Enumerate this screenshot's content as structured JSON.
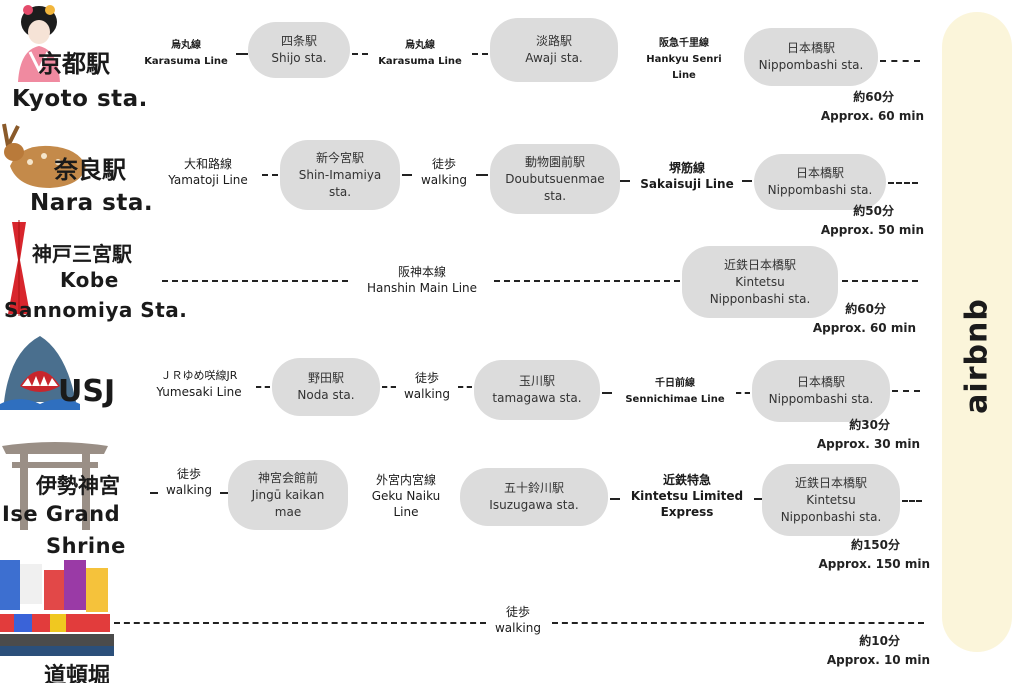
{
  "brand": "airbnb",
  "routes": [
    {
      "origin_jp": "京都駅",
      "origin_en": [
        "Kyoto sta."
      ],
      "icon": "maiko-icon",
      "lines": [
        {
          "jp": "烏丸線",
          "en": [
            "Karasuma Line"
          ]
        },
        {
          "jp": "烏丸線",
          "en": [
            "Karasuma Line"
          ]
        },
        {
          "jp": "阪急千里線",
          "en": [
            "Hankyu Senri",
            "Line"
          ]
        }
      ],
      "stations": [
        {
          "jp": "四条駅",
          "en": [
            "Shijo sta."
          ]
        },
        {
          "jp": "淡路駅",
          "en": [
            "Awaji sta."
          ]
        },
        {
          "jp": "日本橋駅",
          "en": [
            "Nippombashi sta."
          ]
        }
      ],
      "time_jp": "約60分",
      "time_en": "Approx. 60 min"
    },
    {
      "origin_jp": "奈良駅",
      "origin_en": [
        "Nara sta."
      ],
      "icon": "deer-icon",
      "lines": [
        {
          "jp": "大和路線",
          "en": [
            "Yamatoji Line"
          ]
        },
        {
          "jp": "徒歩",
          "en": [
            "walking"
          ]
        },
        {
          "jp": "堺筋線",
          "en": [
            "Sakaisuji Line"
          ]
        }
      ],
      "stations": [
        {
          "jp": "新今宮駅",
          "en": [
            "Shin-Imamiya",
            "sta."
          ]
        },
        {
          "jp": "動物園前駅",
          "en": [
            "Doubutsuenmae",
            "sta."
          ]
        },
        {
          "jp": "日本橋駅",
          "en": [
            "Nippombashi sta."
          ]
        }
      ],
      "time_jp": "約50分",
      "time_en": "Approx. 50 min"
    },
    {
      "origin_jp": "神戸三宮駅",
      "origin_en": [
        "Kobe",
        "Sannomiya Sta."
      ],
      "icon": "port-tower-icon",
      "lines": [
        {
          "jp": "阪神本線",
          "en": [
            "Hanshin Main Line"
          ]
        }
      ],
      "stations": [
        {
          "jp": "近鉄日本橋駅",
          "en": [
            "Kintetsu",
            "Nipponbashi sta."
          ]
        }
      ],
      "time_jp": "約60分",
      "time_en": "Approx. 60 min"
    },
    {
      "origin_jp": "USJ",
      "origin_en": [],
      "icon": "shark-icon",
      "lines": [
        {
          "jp": "ＪＲゆめ咲線JR",
          "en": [
            "Yumesaki Line"
          ]
        },
        {
          "jp": "徒歩",
          "en": [
            "walking"
          ]
        },
        {
          "jp": "千日前線",
          "en": [
            "Sennichimae Line"
          ]
        }
      ],
      "stations": [
        {
          "jp": "野田駅",
          "en": [
            "Noda sta."
          ]
        },
        {
          "jp": "玉川駅",
          "en": [
            "tamagawa sta."
          ]
        },
        {
          "jp": "日本橋駅",
          "en": [
            "Nippombashi sta."
          ]
        }
      ],
      "time_jp": "約30分",
      "time_en": "Approx. 30 min"
    },
    {
      "origin_jp": "伊勢神宮",
      "origin_en": [
        "Ise Grand",
        "Shrine"
      ],
      "icon": "torii-icon",
      "lines": [
        {
          "jp": "徒歩",
          "en": [
            "walking"
          ]
        },
        {
          "jp": "外宮内宮線",
          "en": [
            "Geku Naiku",
            "Line"
          ]
        },
        {
          "jp": "近鉄特急",
          "en": [
            "Kintetsu Limited",
            "Express"
          ]
        }
      ],
      "stations": [
        {
          "jp": "神宮会館前",
          "en": [
            "Jingū kaikan",
            "mae"
          ]
        },
        {
          "jp": "五十鈴川駅",
          "en": [
            "Isuzugawa sta."
          ]
        },
        {
          "jp": "近鉄日本橋駅",
          "en": [
            "Kintetsu",
            "Nipponbashi sta."
          ]
        }
      ],
      "time_jp": "約150分",
      "time_en": "Approx. 150 min"
    },
    {
      "origin_jp": "道頓堀",
      "origin_en": [],
      "icon": "dotonbori-sign-icon",
      "lines": [
        {
          "jp": "徒歩",
          "en": [
            "walking"
          ]
        }
      ],
      "stations": [],
      "time_jp": "約10分",
      "time_en": "Approx. 10 min"
    }
  ]
}
